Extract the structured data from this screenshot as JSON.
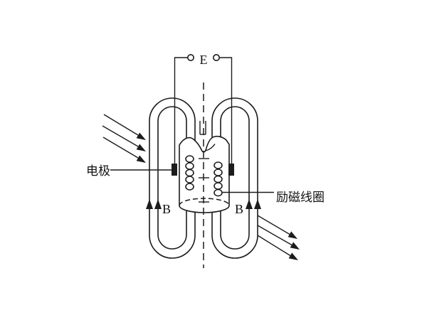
{
  "figure": {
    "description": "electromagnetic-flowmeter-principle-diagram",
    "background_color": "#ffffff",
    "line_color": "#1c1c1c",
    "electrode_fill_color": "#1c1c1c",
    "labels": {
      "emf_terminal": "E",
      "electrode": "电极",
      "excitation_coil": "励磁线圈",
      "b_field_left": "B",
      "b_field_right": "B"
    }
  }
}
